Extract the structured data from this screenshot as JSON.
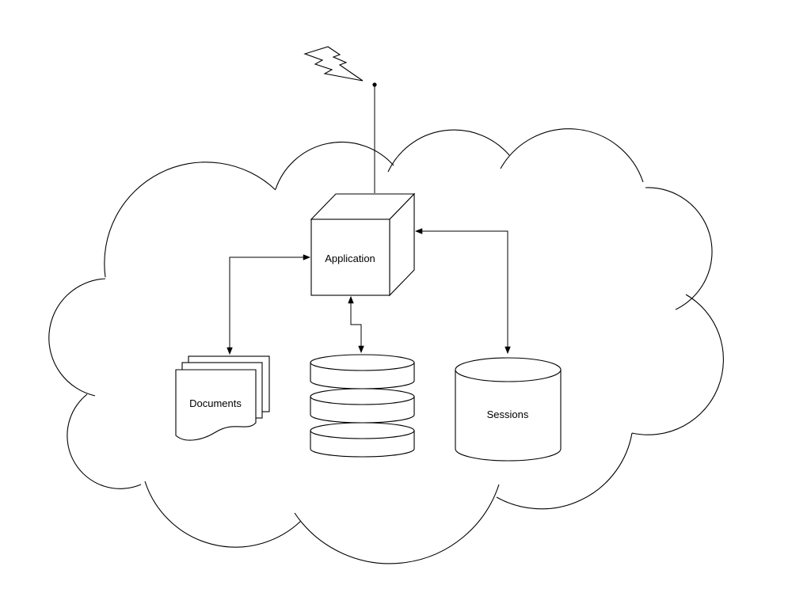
{
  "canvas": {
    "background": "#ffffff",
    "line_color": "#000000"
  },
  "nodes": {
    "application": {
      "label": "Application",
      "shape": "cube",
      "side_fill": "#cccccc"
    },
    "documents": {
      "label": "Documents",
      "shape": "document-stack",
      "page_count": 3
    },
    "datastore": {
      "shape": "disk-stack",
      "disk_count": 3
    },
    "sessions": {
      "label": "Sessions",
      "shape": "cylinder"
    }
  },
  "connectors": [
    {
      "from": "documents",
      "to": "application",
      "style": "elbow",
      "arrows": "both-ends"
    },
    {
      "from": "datastore",
      "to": "application",
      "style": "elbow",
      "arrows": "both-ends"
    },
    {
      "from": "sessions",
      "to": "application",
      "style": "elbow",
      "arrows": "both-ends"
    },
    {
      "from": "lightning-bolt",
      "to": "application",
      "style": "straight-line-with-dot",
      "arrows": "none"
    }
  ],
  "decorations": {
    "cloud": "cloud-outline",
    "lightning": "lightning-bolt"
  }
}
